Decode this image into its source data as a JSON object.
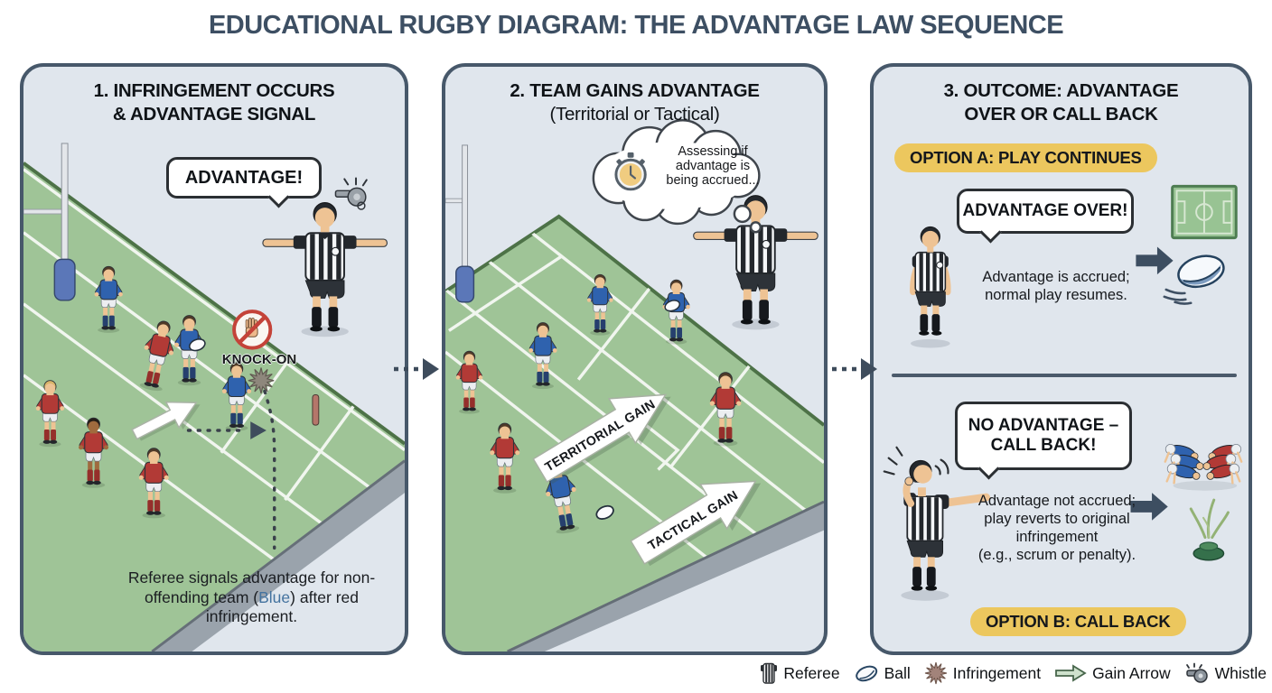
{
  "title": "EDUCATIONAL RUGBY DIAGRAM: THE ADVANTAGE LAW SEQUENCE",
  "panel1": {
    "header_line1": "1. INFRINGEMENT OCCURS",
    "header_line2": "& ADVANTAGE SIGNAL",
    "speech_bubble": "ADVANTAGE!",
    "infringement_label": "KNOCK-ON",
    "caption_pre": "Referee signals advantage for non-offending team (",
    "caption_highlight": "Blue",
    "caption_post": ") after red infringement."
  },
  "panel2": {
    "header_line1": "2. TEAM GAINS ADVANTAGE",
    "header_line2": "(Territorial or Tactical)",
    "thought_bubble": "Assessing if advantage is being accrued...",
    "arrow1_label": "TERRITORIAL GAIN",
    "arrow2_label": "TACTICAL GAIN"
  },
  "panel3": {
    "header_line1": "3. OUTCOME: ADVANTAGE",
    "header_line2": "OVER OR CALL BACK",
    "option_a": {
      "pill": "OPTION A: PLAY CONTINUES",
      "bubble": "ADVANTAGE OVER!",
      "desc_line1": "Advantage is accrued;",
      "desc_line2": "normal play resumes."
    },
    "option_b": {
      "bubble_line1": "NO ADVANTAGE –",
      "bubble_line2": "CALL BACK!",
      "desc_line1": "Advantage not accrued;",
      "desc_line2": "play reverts to original",
      "desc_line3": "infringement",
      "desc_line4": "(e.g., scrum or penalty).",
      "pill": "OPTION B: CALL BACK"
    }
  },
  "legend": {
    "items": [
      {
        "icon": "referee-icon",
        "label": "Referee"
      },
      {
        "icon": "ball-icon",
        "label": "Ball"
      },
      {
        "icon": "infringement-icon",
        "label": "Infringement"
      },
      {
        "icon": "gain-arrow-icon",
        "label": "Gain Arrow"
      },
      {
        "icon": "whistle-icon",
        "label": "Whistle"
      }
    ]
  },
  "colors": {
    "title": "#3d4f63",
    "panel_bg": "#e0e6ed",
    "panel_border": "#47586a",
    "field_green": "#9fc497",
    "pill_yellow": "#ecc75e",
    "team_red": "#b23a36",
    "team_blue": "#2f62ae"
  }
}
